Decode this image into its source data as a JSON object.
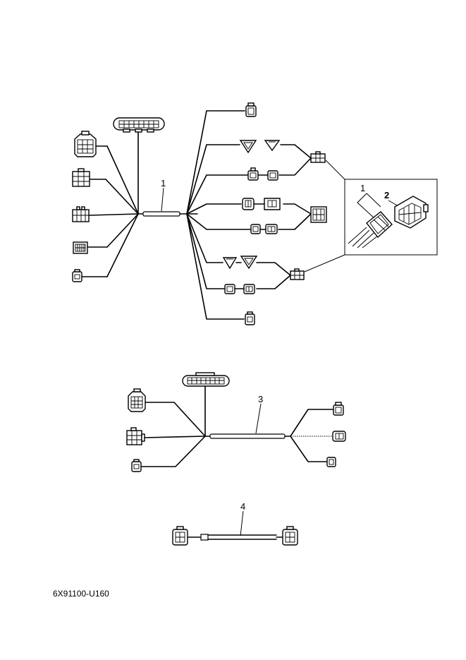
{
  "diagram": {
    "part_labels": [
      "1",
      "2",
      "3",
      "4"
    ],
    "inset_labels": [
      "1",
      "2"
    ],
    "code": "6X91100-U160"
  }
}
